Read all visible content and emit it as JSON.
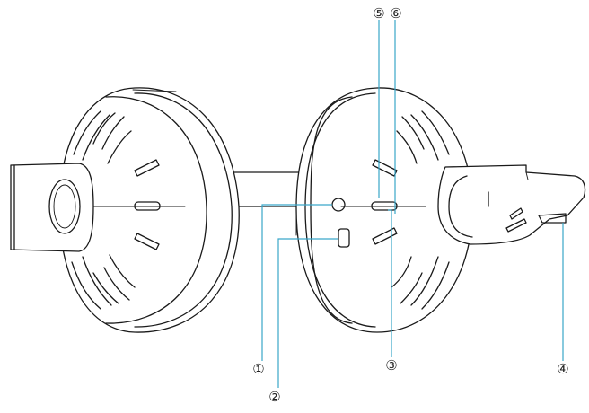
{
  "colors": {
    "ink": "#1a1a1a",
    "leader": "#3aa7c9",
    "background": "#ffffff"
  },
  "callouts": [
    {
      "id": "1",
      "text": "①"
    },
    {
      "id": "2",
      "text": "②"
    },
    {
      "id": "3",
      "text": "③"
    },
    {
      "id": "4",
      "text": "④"
    },
    {
      "id": "5",
      "text": "⑤"
    },
    {
      "id": "6",
      "text": "⑥"
    }
  ]
}
